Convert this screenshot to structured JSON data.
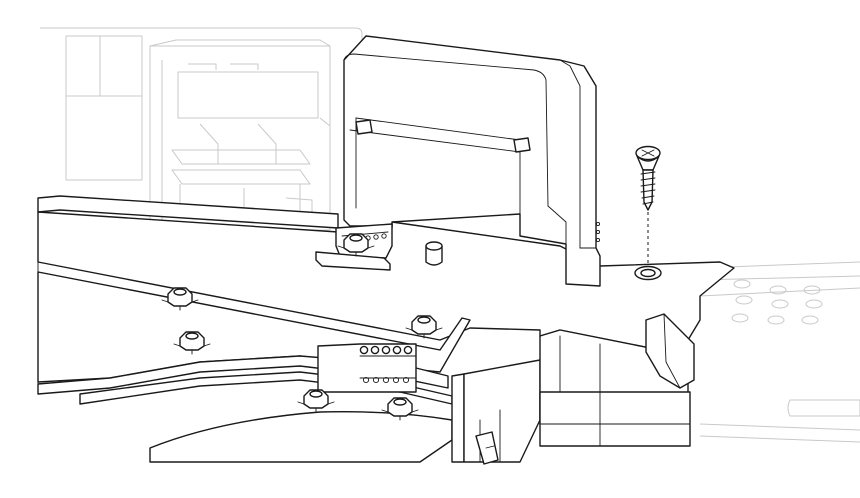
{
  "figure": {
    "kind": "technical-assembly-line-drawing",
    "colors": {
      "ink": "#1a1a1a",
      "ghost": "#c9c9c9",
      "background": "#ffffff"
    },
    "parts": [
      "background-rail",
      "ghost-housing",
      "base-panel",
      "upright-bracket",
      "mounting-screw",
      "screw-hole-washer",
      "hex-standoffs",
      "ventilation-holes"
    ]
  }
}
